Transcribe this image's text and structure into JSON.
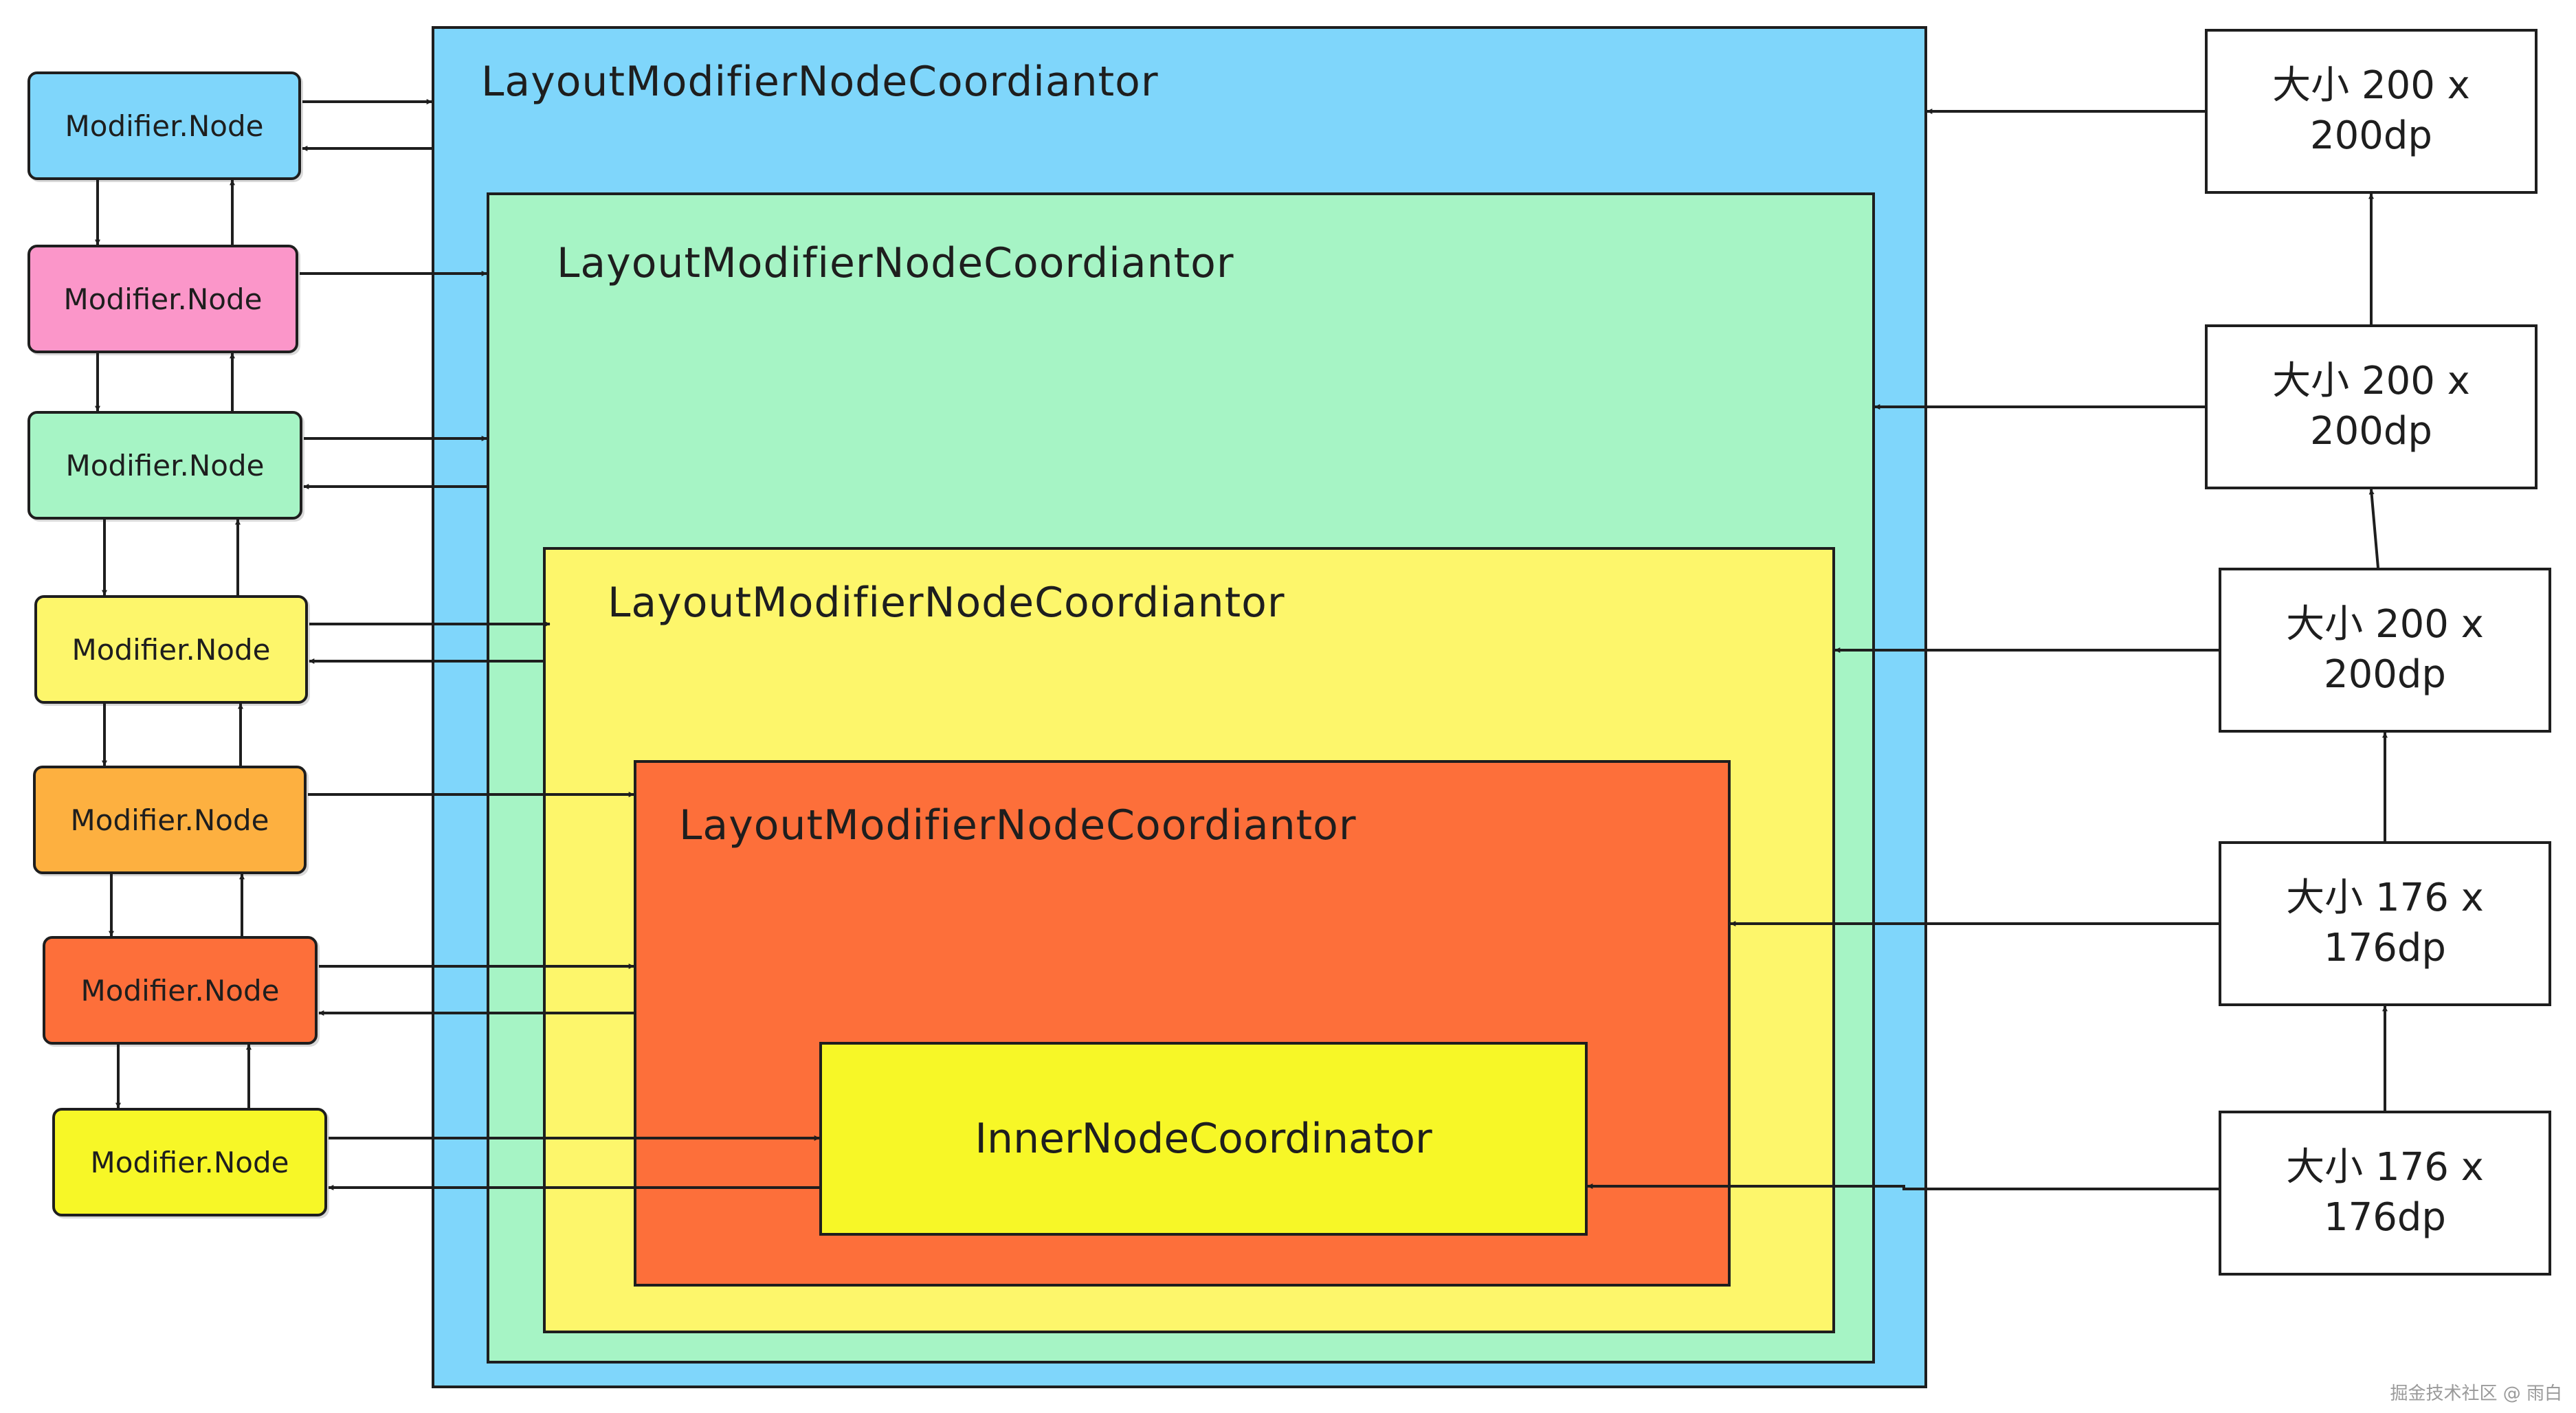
{
  "colors": {
    "blue": "#7fd6fb",
    "green": "#a6f4c5",
    "yellow": "#fdf66b",
    "orange": "#fd6f3a",
    "inner": "#f7f727",
    "pink": "#fb96c9",
    "amber": "#fdb040",
    "stroke": "#1e1e1e"
  },
  "coordinators": [
    {
      "id": "blue",
      "title": "LayoutModifierNodeCoordiantor"
    },
    {
      "id": "green",
      "title": "LayoutModifierNodeCoordiantor"
    },
    {
      "id": "yellow",
      "title": "LayoutModifierNodeCoordiantor"
    },
    {
      "id": "orange",
      "title": "LayoutModifierNodeCoordiantor"
    }
  ],
  "inner": {
    "title": "InnerNodeCoordinator"
  },
  "modifier_nodes": [
    {
      "label": "Modifier.Node",
      "color": "#7fd6fb"
    },
    {
      "label": "Modifier.Node",
      "color": "#fb96c9"
    },
    {
      "label": "Modifier.Node",
      "color": "#a6f4c5"
    },
    {
      "label": "Modifier.Node",
      "color": "#fdf66b"
    },
    {
      "label": "Modifier.Node",
      "color": "#fdb040"
    },
    {
      "label": "Modifier.Node",
      "color": "#fd6f3a"
    },
    {
      "label": "Modifier.Node",
      "color": "#f7f727"
    }
  ],
  "sizes": [
    {
      "line1": "大小 200 x",
      "line2": "200dp"
    },
    {
      "line1": "大小  200 x",
      "line2": "200dp"
    },
    {
      "line1": "大小  200 x",
      "line2": "200dp"
    },
    {
      "line1": "大小  176 x",
      "line2": "176dp"
    },
    {
      "line1": "大小 176 x",
      "line2": "176dp"
    }
  ],
  "watermark": "掘金技术社区 @ 雨白"
}
